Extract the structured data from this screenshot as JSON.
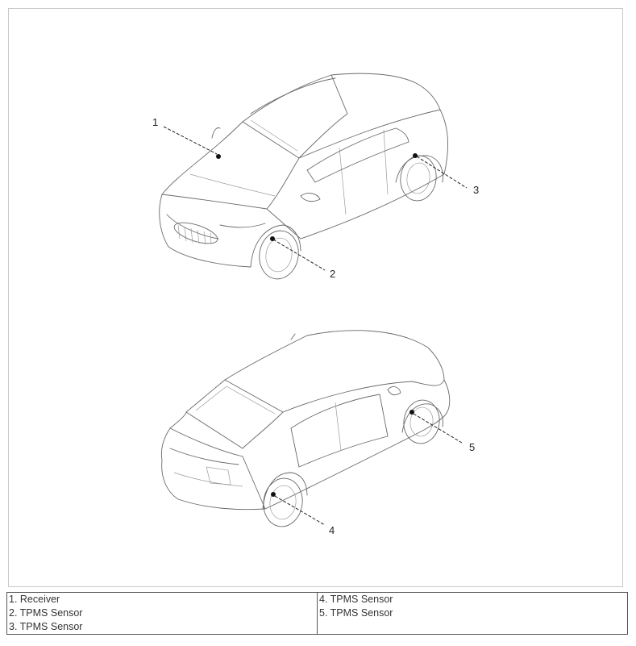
{
  "callouts": [
    "1",
    "2",
    "3",
    "4",
    "5"
  ],
  "legend": {
    "left": [
      "1. Receiver",
      "2. TPMS Sensor",
      "3. TPMS Sensor"
    ],
    "right": [
      "4. TPMS Sensor",
      "5. TPMS Sensor"
    ]
  }
}
